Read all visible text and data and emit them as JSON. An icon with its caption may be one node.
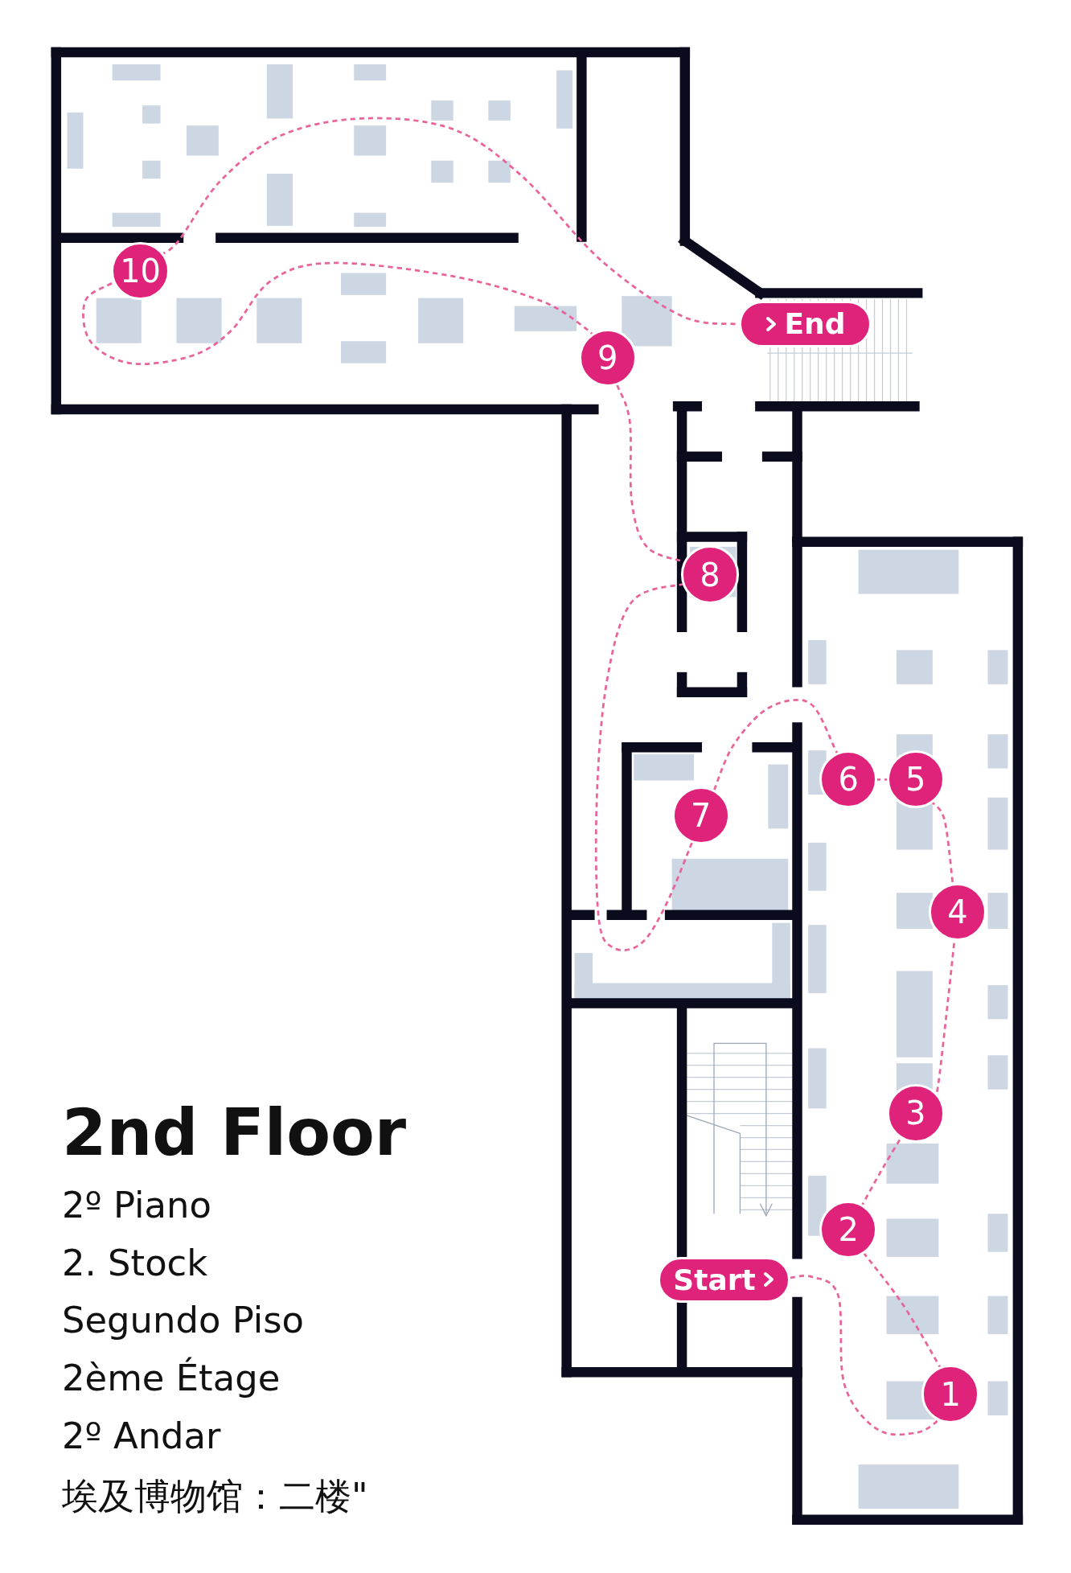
{
  "diagram": {
    "title": "2nd Floor",
    "nodes": [
      {
        "text": [
          "10"
        ]
      },
      {
        "text": [
          "End"
        ]
      },
      {
        "text": [
          "9"
        ]
      },
      {
        "text": [
          "8"
        ]
      },
      {
        "text": [
          "6"
        ]
      },
      {
        "text": [
          "5"
        ]
      },
      {
        "text": [
          "7"
        ]
      },
      {
        "text": [
          "4"
        ]
      },
      {
        "text": [
          "3"
        ]
      },
      {
        "text": [
          "2"
        ]
      },
      {
        "text": [
          "Start"
        ]
      },
      {
        "text": [
          "1"
        ]
      }
    ],
    "edges": [
      {
        "from": 10,
        "to": 11,
        "arrow": "none",
        "style": "dashed"
      },
      {
        "from": 11,
        "to": 9,
        "arrow": "none",
        "style": "dashed"
      },
      {
        "from": 9,
        "to": 8,
        "arrow": "none",
        "style": "dashed"
      },
      {
        "from": 8,
        "to": 7,
        "arrow": "none",
        "style": "dashed"
      },
      {
        "from": 7,
        "to": 5,
        "arrow": "none",
        "style": "dashed"
      },
      {
        "from": 5,
        "to": 4,
        "arrow": "none",
        "style": "dashed"
      },
      {
        "from": 4,
        "to": 6,
        "arrow": "none",
        "style": "dashed"
      },
      {
        "from": 6,
        "to": 3,
        "arrow": "none",
        "style": "dashed"
      },
      {
        "from": 3,
        "to": 2,
        "arrow": "none",
        "style": "dashed"
      },
      {
        "from": 2,
        "to": 0,
        "arrow": "none",
        "style": "dashed"
      },
      {
        "from": 0,
        "to": 1,
        "arrow": "none",
        "style": "dashed"
      }
    ],
    "labels": [
      "2º Piano",
      "2. Stock",
      "Segundo Piso",
      "2ème Étage",
      "2º Andar",
      "埃及博物馆：二楼\""
    ]
  }
}
